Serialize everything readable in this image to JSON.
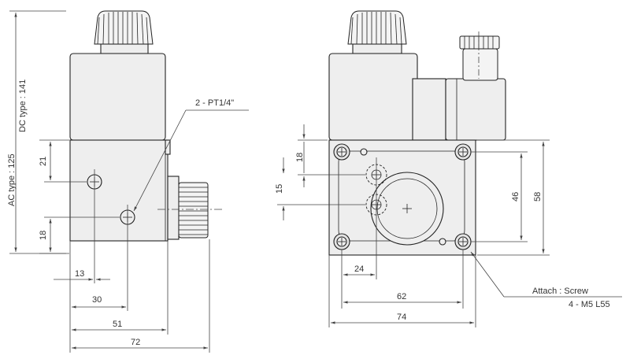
{
  "side_view": {
    "dc_type_label": "DC type : 141",
    "ac_type_label": "AC type : 125",
    "port_callout": "2 - PT1/4\"",
    "dim_21": "21",
    "dim_18": "18",
    "dim_13": "13",
    "dim_30": "30",
    "dim_51": "51",
    "dim_72": "72"
  },
  "front_view": {
    "dim_18": "18",
    "dim_15": "15",
    "dim_46": "46",
    "dim_58": "58",
    "dim_24": "24",
    "dim_62": "62",
    "dim_74": "74",
    "attach_label": "Attach : Screw",
    "screw_spec": "4 - M5 L55"
  }
}
